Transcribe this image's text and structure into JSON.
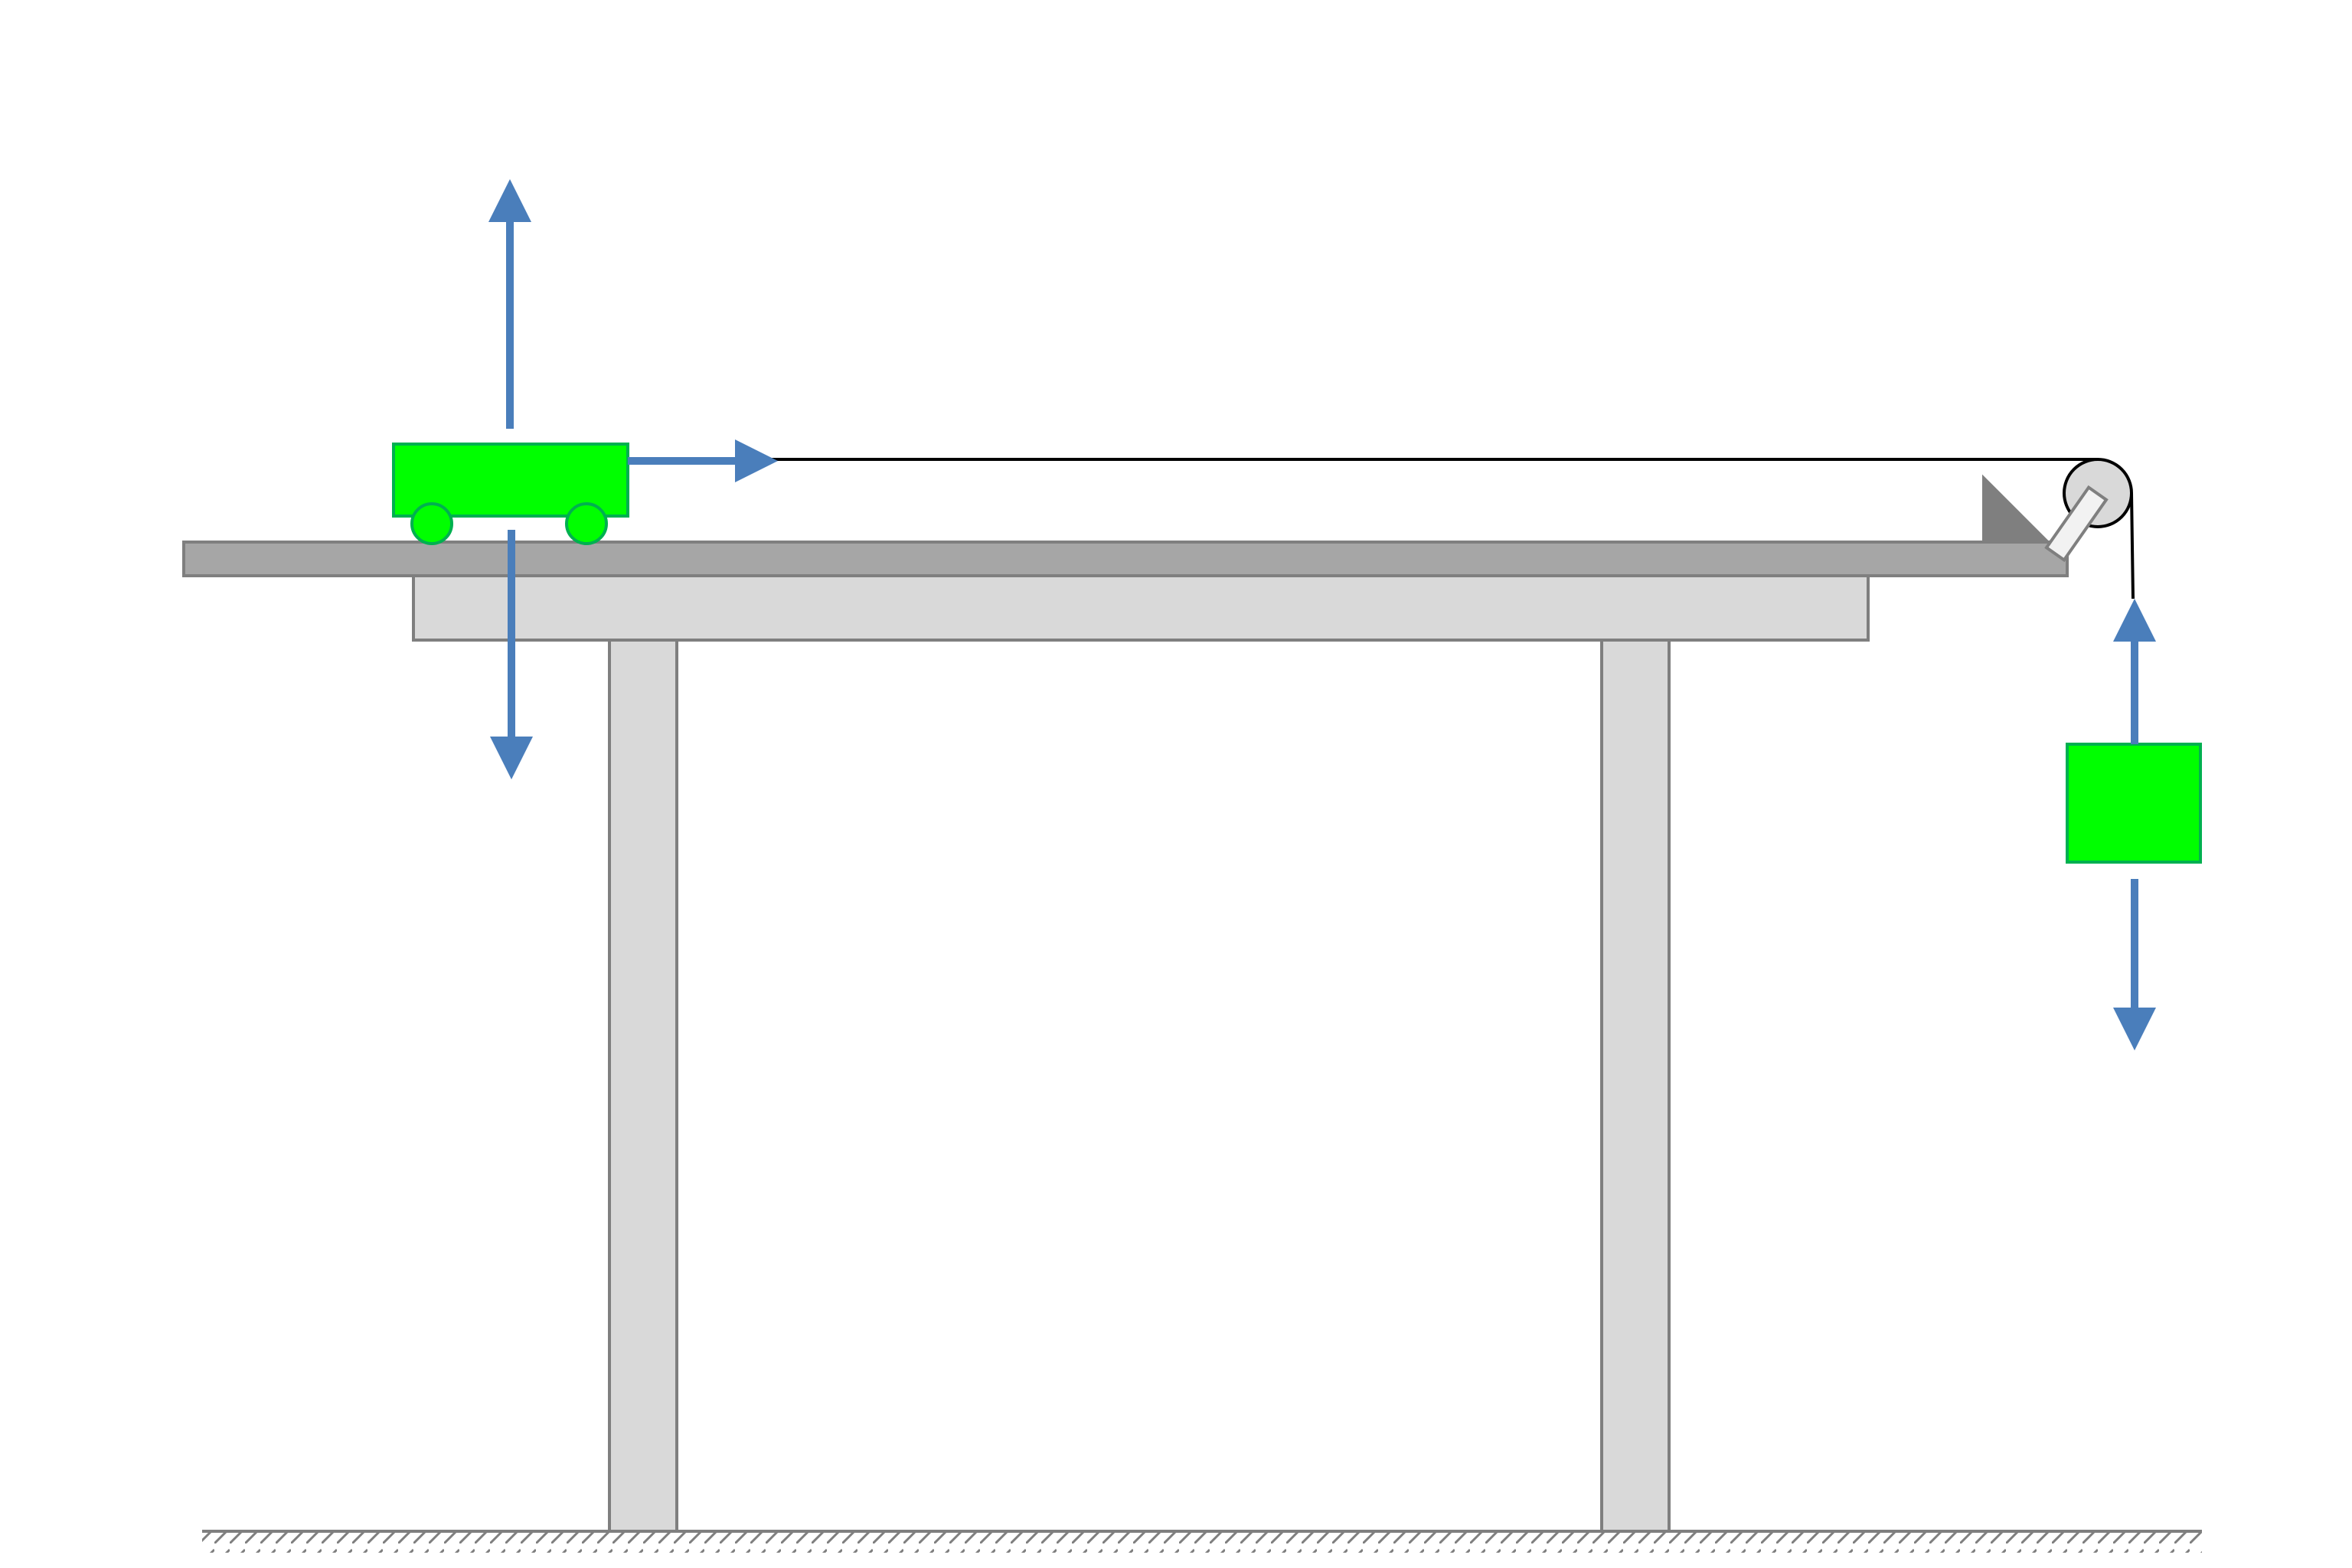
{
  "diagram": {
    "title": "",
    "description_visible_text": "",
    "colors": {
      "background": "#ffffff",
      "tabletop": "#a6a6a6",
      "table_frame": "#d9d9d9",
      "table_outline": "#7f7f7f",
      "cart_and_block": "#00ff00",
      "cart_outline": "#00b050",
      "force_arrow": "#4a7ebb",
      "string": "#000000",
      "pulley": "#d9d9d9",
      "stopper": "#7f7f7f",
      "ground": "#7f7f7f"
    },
    "components": [
      {
        "name": "cart",
        "icon": "cart-icon"
      },
      {
        "name": "table",
        "icon": "table-icon"
      },
      {
        "name": "pulley",
        "icon": "pulley-icon"
      },
      {
        "name": "hanging-block",
        "icon": "block-icon"
      },
      {
        "name": "string",
        "icon": "string-icon"
      },
      {
        "name": "stopper",
        "icon": "wedge-icon"
      },
      {
        "name": "ground",
        "icon": "ground-hatch-icon"
      }
    ],
    "force_arrows": [
      {
        "on": "cart",
        "direction": "up"
      },
      {
        "on": "cart",
        "direction": "down"
      },
      {
        "on": "cart",
        "direction": "right"
      },
      {
        "on": "hanging-block",
        "direction": "up"
      },
      {
        "on": "hanging-block",
        "direction": "down"
      }
    ]
  }
}
